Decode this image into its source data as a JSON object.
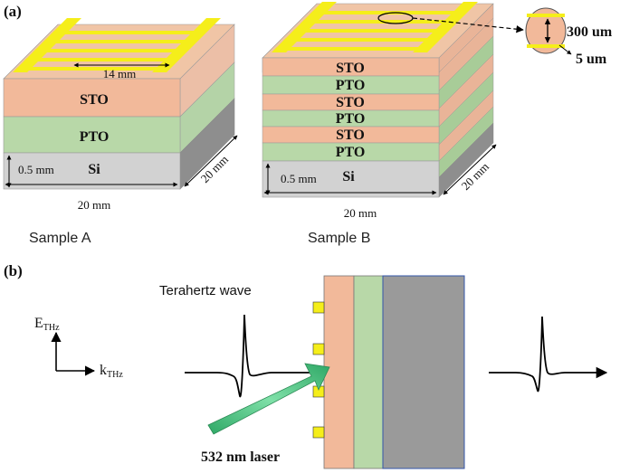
{
  "panel_a": {
    "label": "(a)",
    "sample_a": {
      "caption": "Sample A",
      "layers": {
        "sto": "STO",
        "pto": "PTO",
        "si": "Si"
      },
      "dim_top": "14 mm",
      "dim_thickness": "0.5 mm",
      "dim_width": "20 mm",
      "dim_depth": "20 mm"
    },
    "sample_b": {
      "caption": "Sample B",
      "layers": [
        "STO",
        "PTO",
        "STO",
        "PTO",
        "STO",
        "PTO"
      ],
      "si": "Si",
      "dim_thickness": "0.5 mm",
      "dim_width": "20 mm",
      "dim_depth": "20 mm",
      "zoom_spacing": "300 um",
      "zoom_width": "5 um"
    }
  },
  "panel_b": {
    "label": "(b)",
    "wave_label": "Terahertz wave",
    "e_axis": "E",
    "e_sub": "THz",
    "k_axis": "k",
    "k_sub": "THz",
    "laser_label": "532 nm laser"
  },
  "colors": {
    "sto": "#f2b99a",
    "pto": "#b8d8a8",
    "si": "#cfcfcf",
    "substrate_dark": "#9a9a9a",
    "electrode": "#f5ee1a",
    "laser": "#3fbf78"
  }
}
